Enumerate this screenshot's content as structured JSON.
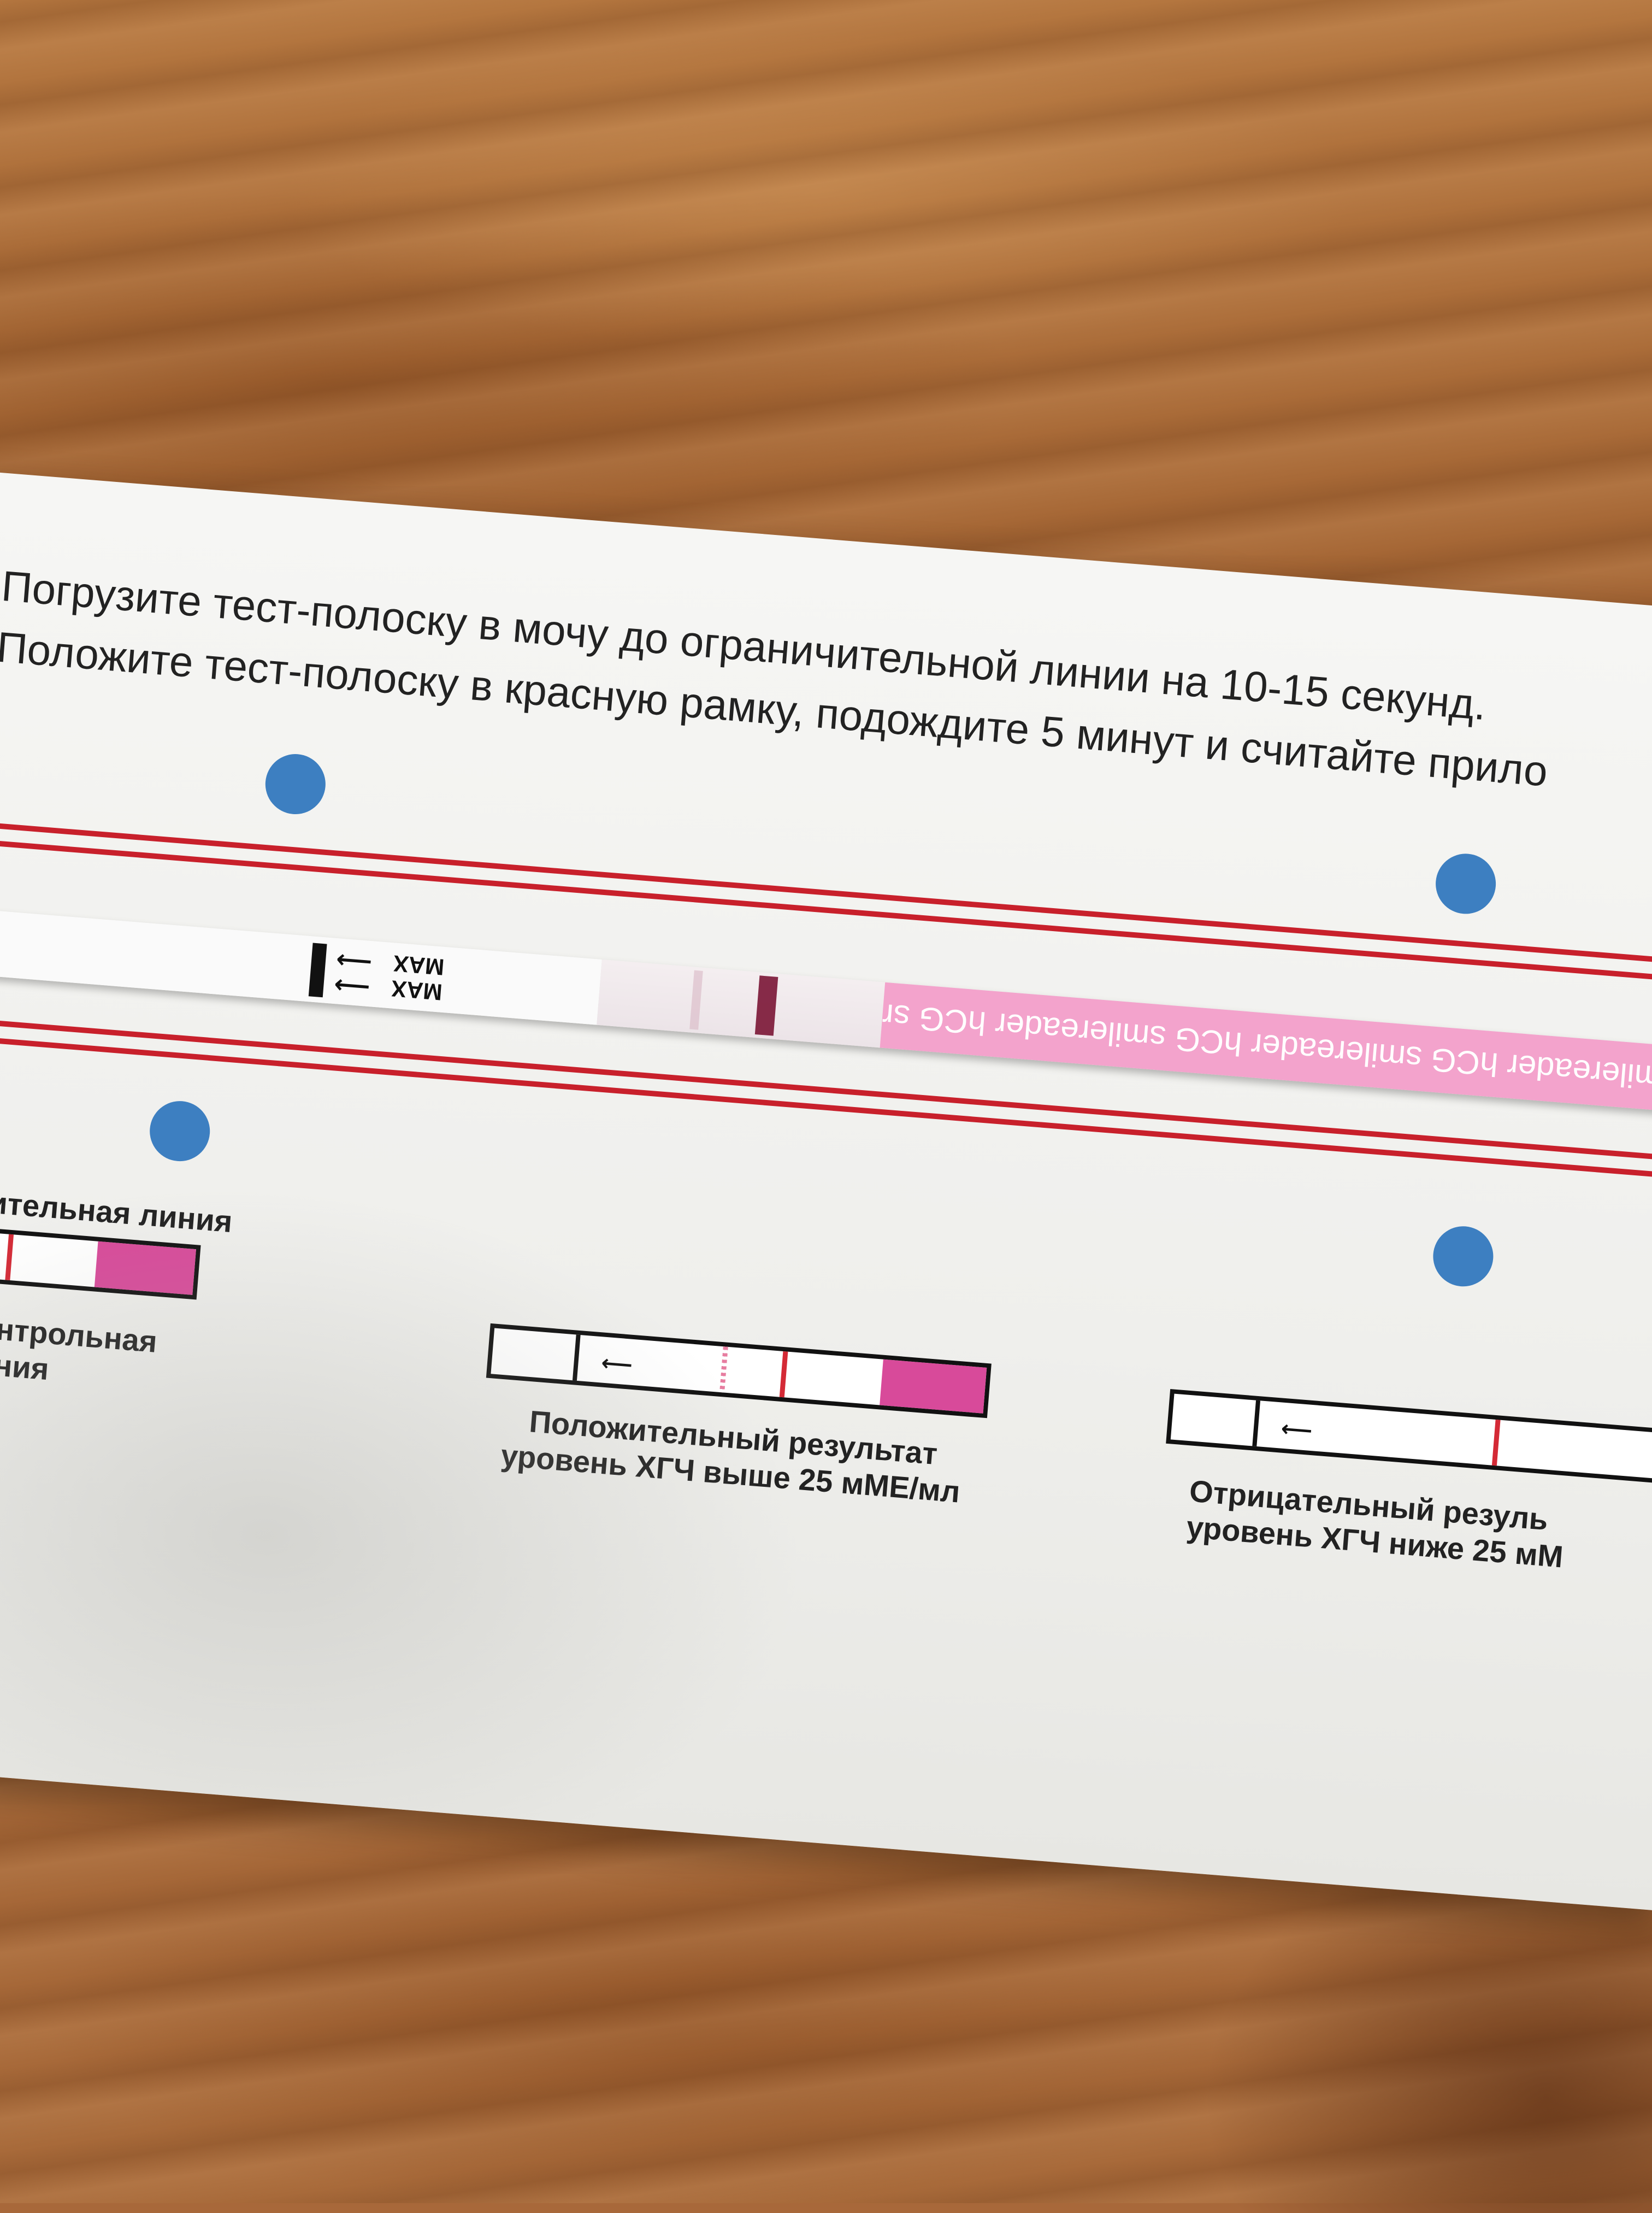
{
  "instructions": {
    "line1": "Погрузите тест-полоску в мочу до ограничительной линии на 10-15 секунд.",
    "line2": "Положите тест-полоску в красную рамку, подождите 5 минут и считайте прило"
  },
  "strip": {
    "arrow_glyph": "⟵",
    "max_label": "MAX",
    "brand_text": "smilereader hCG smilereader hCG smilereader hCG sr"
  },
  "diagrams": {
    "limit_line_label": "ичительная линия",
    "control_line_label_1": "Контрольная",
    "control_line_label_2": "линия",
    "positive_line1": "Положительный результат",
    "positive_line2": "уровень ХГЧ выше 25 мМЕ/мл",
    "negative_line1": "Отрицательный резуль",
    "negative_line2": "уровень ХГЧ ниже 25 мМ",
    "arrow_glyph": "⟵"
  },
  "colors": {
    "frame_red": "#c8202b",
    "dot_blue": "#3d7fc1",
    "strip_pink": "#f3a3cc",
    "result_magenta": "#d84a9a"
  }
}
